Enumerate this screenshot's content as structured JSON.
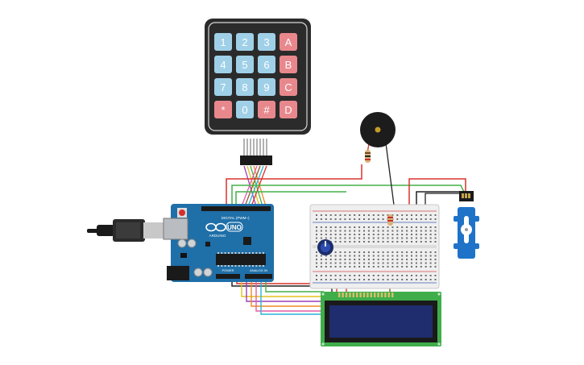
{
  "keypad": {
    "keys": [
      [
        "1",
        "2",
        "3",
        "A"
      ],
      [
        "4",
        "5",
        "6",
        "B"
      ],
      [
        "7",
        "8",
        "9",
        "C"
      ],
      [
        "*",
        "0",
        "#",
        "D"
      ]
    ],
    "digit_key_color": "#9fd0e8",
    "letter_key_color": "#e8888d",
    "body_color": "#2b2b2b"
  },
  "arduino": {
    "model_label": "UNO",
    "brand_label": "ARDUINO",
    "digital_header_label": "DIGITAL (PWM~)",
    "analog_header_label": "ANALOG IN",
    "power_header_label": "POWER",
    "board_color": "#1f6fa8"
  },
  "breadboard": {
    "body_color": "#efefef"
  },
  "lcd": {
    "pcb_color": "#3fae4a",
    "screen_color": "#1f2d6e"
  },
  "wire_colors": {
    "red": "#d9322b",
    "green": "#43b049",
    "black": "#222222",
    "yellow": "#e0c21c",
    "purple": "#9b3fb5",
    "orange": "#ef8a22",
    "brown": "#8b5a2b",
    "cyan": "#2bb4d6",
    "pink": "#e35ea6"
  }
}
